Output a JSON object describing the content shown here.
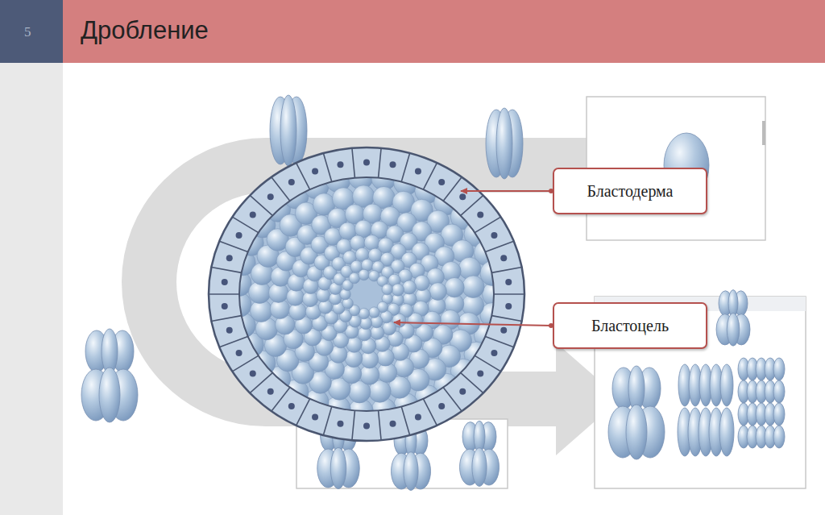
{
  "diagram": {
    "title": "Дробление",
    "nodes": [
      {
        "text": [
          "Бластодерма"
        ]
      },
      {
        "text": [
          "Бластоцель"
        ]
      }
    ],
    "labels": [
      "5"
    ]
  }
}
